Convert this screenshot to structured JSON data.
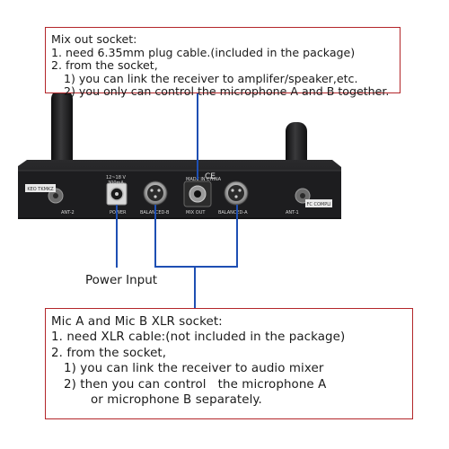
{
  "top_callout": {
    "title": "Mix out socket:",
    "lines": [
      "1. need 6.35mm plug cable.(included in the package)",
      "2. from the socket,",
      "1) you can link the receiver to amplifer/speaker,etc.",
      "2) you only can control the microphone A and B together."
    ]
  },
  "bottom_callout": {
    "title": "Mic A and Mic B XLR socket:",
    "lines": [
      "1. need XLR cable:(not included in the package)",
      "2. from the socket,",
      "1) you can link the receiver to audio mixer",
      "2) then you can control   the microphone A",
      "or microphone B separately."
    ]
  },
  "power_input_label": "Power Input",
  "panel_labels": {
    "ant2": "ANT-2",
    "power": "POWER",
    "balanced_b": "BALANCED-B",
    "mix_out": "MIX OUT",
    "balanced_a": "BALANCED-A",
    "ant1": "ANT-1",
    "voltage": "12~18 V",
    "current": "300mA",
    "made_in": "MADE IN CHINA",
    "sticker_left": "KEO TKMKZ",
    "sticker_right": "FC COMPLI"
  },
  "colors": {
    "callout_border": "#b3262a",
    "connector_line": "#1e4fb3",
    "device_body": "#1b1b1d"
  }
}
